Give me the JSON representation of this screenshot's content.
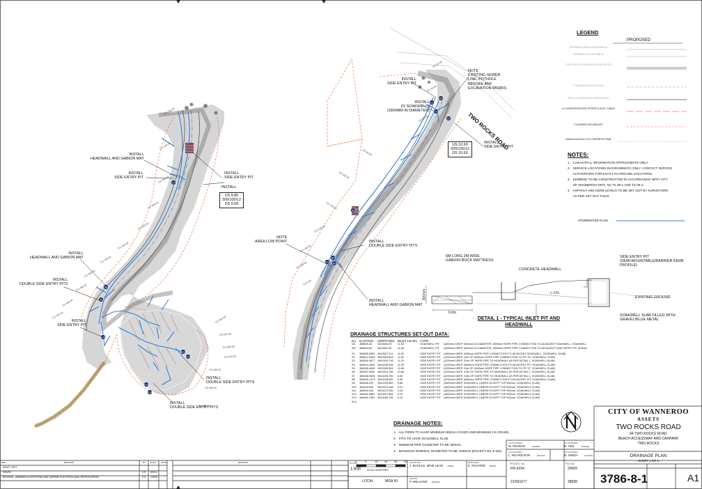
{
  "legend": {
    "title": "LEGEND",
    "proposed_header": "PROPOSED",
    "items": [
      {
        "label": "KERBING (SEMI-MOUNTABLE)",
        "dark": false
      },
      {
        "label": "KERBING (MOUNTABLE)",
        "dark": false
      },
      {
        "label": "FOOTPATH & ISLANDS (CONCRETE)",
        "dark": false
      },
      {
        "label": "CONSERVATION FENCE",
        "dark": false
      },
      {
        "label": "SEAL (COMPACTED LIMESTONE)",
        "dark": false
      },
      {
        "label": "LV UNDERGROUND STREETLIGHT CABLE",
        "dark": true
      },
      {
        "label": "CLEARING BOUNDARY",
        "dark": true
      },
      {
        "label": "MANHOLE/GULLY/FLOW/SEP/COMB",
        "dark": true
      }
    ],
    "stormwater_label": "STORMWATER FLOW",
    "colors": {
      "stormwater": "#2f7fd8",
      "clearing": "#e8602c",
      "lv": "#e33"
    }
  },
  "notes": {
    "title": "NOTES:",
    "items": [
      "1.   CADASTRAL INFORMATION APPROXIMATE ONLY.",
      "2.   SERVICE LOCATIONS DIAGRAMMATIC ONLY. CONTACT SERVICE",
      "      AUTHORITIES FOR EXACT IN GROUND LOCATIONS.",
      "3.   KERBING TO BE CONSTRUCTED IN ACCORDANCE WITH CITY",
      "      OF WANNEROO DRG. No TS 05-1 AND TS 05-3.",
      "4.   ASPHALT AND KERB LEVELS TO BE SET OUT BY SURVEYORS",
      "      AS PER SET OUT FILES."
    ]
  },
  "callouts": {
    "headwall_gabion_top": "INSTALL\nHEADWALL AND GABION MAT",
    "side_entry_s7": "INSTALL\nSIDE ENTRY PIT",
    "side_entry_right": "INSTALL\nSIDE ENTRY PIT",
    "install_box": "INSTALL",
    "install_box_levels": "US 9.80\n300/100/12\nDS 9.68",
    "headwall_gabion_mid": "INSTALL\nHEADWALL AND GABION MAT",
    "double_side_left": "INSTALL\nDOUBLE SIDE ENTRY PITS",
    "side_entry_s10": "INSTALL\nSIDE ENTRY PIT",
    "double_side_s12": "INSTALL\nDOUBLE SIDE ENTRY PITS",
    "double_side_s13": "INSTALL\nDOUBLE SIDE ENTRY PITS",
    "side_entry_top": "INSTALL\nSIDE ENTRY PIT",
    "soakwells": "INSTALL\n2x SOAKWELLS\n(1800mm IN DIAMETER)",
    "sewer_note": "NOTE\nEXISTING SEWER\nLINE, POTHOLE\nBEFORE ANY\nEXCAVATION WORKS",
    "levels_box2": "US 10.60\n300/100/12\nDS 10.50",
    "side_entry_s4": "INSTALL\nSIDE ENTRY PIT",
    "area_low_point": "NOTE\nAREA LOW POINT",
    "double_side_s5": "INSTALL\nDOUBLE SIDE ENTRY PITS",
    "headwall_gabion_low": "INSTALL\nHEADWALL AND GABION MAT",
    "road_name": "TWO ROCKS ROAD"
  },
  "chainages": [
    "CH 220.00",
    "CH 240.00",
    "CH 260.00",
    "CH 280.00",
    "CH 300.00",
    "CH 320.00",
    "CH 340.00",
    "CH 360.00",
    "CH 380.00",
    "CH 400.00",
    "CH 420.00",
    "CH 440.00",
    "CH 460.00",
    "CH 480.00",
    "CH 500.00",
    "CH 520.00",
    "CH 540.00",
    "CH 560.00",
    "CH 20.00",
    "CH 40.00",
    "CH 60.00",
    "CH 80.00",
    "CH 100.00",
    "CH 120.00",
    "CH 140.00",
    "CH 160.00",
    "CH 180.00",
    "CH 0.00"
  ],
  "pits": [
    "S1",
    "S2",
    "S3",
    "S4",
    "S5",
    "S6",
    "S7",
    "S8",
    "S9",
    "S10",
    "S11",
    "S12",
    "S13",
    "S14",
    "W1",
    "W2"
  ],
  "detail": {
    "title": "DETAIL 1 - TYPICAL INLET PIT AND HEADWALL",
    "gabion": "6m LONG 2m WIDE\nGABION ROCK MATTRESS",
    "concrete_headwall": "CONCRETE HEADWALL",
    "side_entry": "SIDE ENTRY PIT\n(SEMI-MOUNTABLE/BARRIER KERB\nPROFILE)",
    "existing_ground": "EXISTING GROUND",
    "soakwell": "SOAKWELL SLAB FILLED WITH\nGRAVEL/BLUE METAL",
    "dim_6m": "6.0m",
    "dim_300": "300mm",
    "slope": "c~1%"
  },
  "setout": {
    "title": "DRAINAGE STRUCTURES SET-OUT DATA:",
    "headers": [
      "No.",
      "EASTING",
      "NORTHING",
      "INLET LEVEL",
      "TYPE"
    ],
    "rows": [
      [
        "W1",
        "368605.28",
        "6513525.09",
        "11.63",
        "SOAKWELL PIT",
        "(1800mm DEEP 1800mm IN DIAMETER, #300mm HDPE PIPE CONNECTION TO ADJACENT SOAKWELL, SOAKWELL SLAB)"
      ],
      [
        "W2",
        "368603.69",
        "6513522.56",
        "11.66",
        "SOAKWELL PIT",
        "(1800mm DEEP 1800mm IN DIAMETER, #300mm HDPE PIPE CONNECTION TO ADJACENT SIDE ENTRY PIT, SOAKWELL SLAB)"
      ],
      [
        "S1",
        "368606.5559",
        "6513527.214",
        "11.62",
        "SIDE ENTRY PIT",
        "(1800mm DEEP, #300mm HDPE PIPE CONNECTION TO ADJACENT SOAKWELL, SOAKWELL SLAB)"
      ],
      [
        "S2",
        "368614.3063",
        "6513520.803",
        "11.81",
        "SIDE ENTRY PIT",
        "(1200mm DEEP, 10m OF #300mm HDPE PIPE CONNECTION TO PIT S1, SOAKWELL SLAB)"
      ],
      [
        "S3",
        "368545.3877",
        "6513439.718",
        "11.02",
        "SIDE ENTRY PIT",
        "(1200mm DEEP, 5.5m OF HDPE PIPE TO HEADWALL AS PER DETAIL 1, SOAKWELL SLAB)"
      ],
      [
        "S4",
        "368544.4534",
        "6513436.358",
        "11.02",
        "SIDE ENTRY PIT",
        "(1200mm DEEP, #300mm HDPE PIPE CONNECTION TO ADJACENT PIT, SOAKWELL SLAB)"
      ],
      [
        "S5",
        "368508.4606",
        "6513353.899",
        "10.98",
        "SIDE ENTRY PIT",
        "(1200mm DEEP, 13m OF #300mm HDPE PIPE CONNECTION TO PIT S7, SOAKWELL SLAB)"
      ],
      [
        "S6",
        "368497.0302",
        "6513314.755",
        "10.84",
        "SIDE ENTRY PIT",
        "(1200mm DEEP, 3.5m OF HDPE PIPE TO HEADWALL AS PER DETAIL 1, SOAKWELL SLAB)"
      ],
      [
        "S7",
        "368458.3626",
        "6513249.786",
        "8.50",
        "SIDE ENTRY PIT",
        "(1200mm DEEP, 4.5m OF HDPE PIPE TO HEADWALL AS PER DETAIL 1, SOAKWELL SLAB)"
      ],
      [
        "S8",
        "368455.1373",
        "6513248.682",
        "6.45",
        "SIDE ENTRY PIT",
        "(1200mm DEEP, #300mm HDPE PIPE CONNECTION TO ADJACENT PIT, SOAKWELL SLAB)"
      ],
      [
        "S9",
        "368458.233",
        "6513226.582",
        "5.86",
        "SIDE ENTRY PIT",
        "(1800mm DEEP, SOAKWELL LINERS EXCEPT TOP 600mm, SOAKWELL SLAB)"
      ],
      [
        "S10",
        "368459.846",
        "6513214.168",
        "5.21",
        "SIDE ENTRY PIT",
        "(1800mm DEEP, SOAKWELL LINERS EXCEPT TOP 600mm, SOAKWELL SLAB)"
      ],
      [
        "S11",
        "368500.940",
        "6513212.930",
        "5.18",
        "SIDE ENTRY PIT",
        "(1800mm DEEP, SOAKWELL LINERS EXCEPT TOP 600mm, SOAKWELL SLAB)"
      ],
      [
        "S12",
        "368481.6881",
        "6513167.868",
        "5.19",
        "SIDE ENTRY PIT",
        "(1800mm DEEP, SOAKWELL LINERS EXCEPT TOP 600mm, SOAKWELL SLAB)"
      ],
      [
        "S13",
        "368482.7851",
        "6513166.768",
        "5.19",
        "SIDE ENTRY PIT",
        "(1800mm DEEP, SOAKWELL LINERS EXCEPT TOP 600mm, SOAKWELL SLAB)"
      ],
      [
        "S14",
        "",
        "",
        "",
        "",
        ""
      ]
    ]
  },
  "drainage_notes": {
    "title": "DRAINAGE NOTES:",
    "items": [
      "1.   ALL PIPES TO HAVE MINIMUM 600mm COVER AND MINIMUM 1% GRADE.",
      "2.   PITS TO HAVE SOAKWELL SLAB.",
      "3.   MINIMUM PIPE DIAMETER TO BE 300mm.",
      "4.   MANHOLE NOMINAL DIAMETER TO BE 1200mm (EXCEPT W1 & W2)."
    ]
  },
  "titleblock": {
    "council": "CITY OF WANNEROO",
    "assets": "ASSETS",
    "project": "TWO ROCKS ROAD",
    "address": "94 TWO ROCKS ROAD",
    "subtitle1": "BEACH ACCESSWAY AND CARPARK",
    "subtitle2": "TWO ROCKS",
    "drawing_title": "DRAINAGE PLAN",
    "sheet": "SHEET 1 OF 1",
    "drawing_no": "3786-8-1",
    "size": "A1",
    "scale": "1:500",
    "scale_label": "SCALE IN METRES",
    "scale_ticks": [
      "0",
      "5",
      "10",
      "15",
      "20",
      "25"
    ],
    "datum": "LOCAL",
    "grid": "MGA 50",
    "project_no": "PR-4234",
    "file_no": "20009",
    "survey_no": "21/561677",
    "contract_no": "38998",
    "approvals": [
      {
        "role": "AUTHORISED",
        "name": "M. PEARCE",
        "date": "30/10/24"
      },
      {
        "role": "AUTHORISED",
        "name": "L. NICHOLSON",
        "date": "01/11/24"
      },
      {
        "role": "AUTHORISED",
        "name": "B. GEE",
        "date": "01/11/24"
      },
      {
        "role": "AUTHORISED",
        "name": "N. SINGH",
        "date": "01/11/24"
      }
    ],
    "designers": [
      {
        "role": "SURVEYED",
        "name": "J. BUCKLE, MINE LEAR",
        "date": "4/2024"
      },
      {
        "role": "DESIGNED",
        "name": "K. RICHTER",
        "date": "8/2024"
      },
      {
        "role": "DRAWN",
        "name": "P. WILLIAMS",
        "date": "30/10/24"
      }
    ],
    "revisions": [
      {
        "rev": "",
        "desc": "DRAFT COPY",
        "by": "",
        "date": ""
      },
      {
        "rev": "",
        "desc": "ISSUED",
        "by": "K.R.",
        "date": "8/2024"
      },
      {
        "rev": "",
        "desc": "REVISION - AMENDED ACCESS ROAD AND CARPARK ELECTRICAL AND LIGHTING WORKS",
        "by": "K.R.",
        "date": "1/2025"
      }
    ],
    "rev_headers": [
      "REV",
      "REVISION",
      "BY",
      "DATE",
      "AUTH",
      "No."
    ]
  }
}
